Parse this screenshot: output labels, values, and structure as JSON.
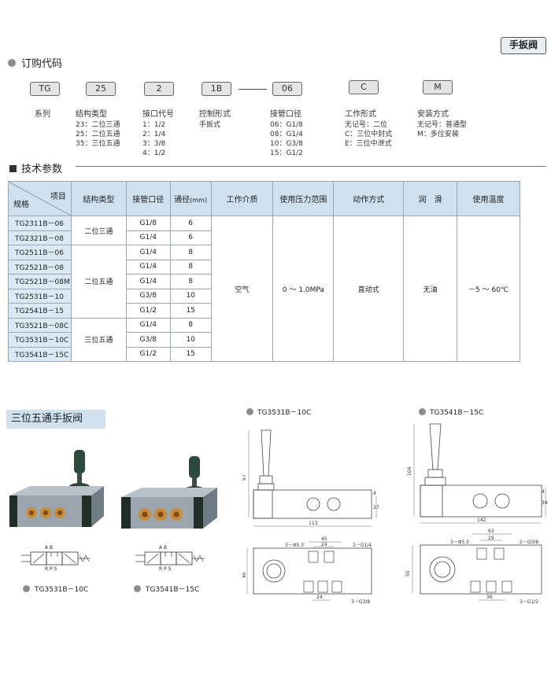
{
  "badge": "手扳阀",
  "order": {
    "title": "订购代码",
    "codes": [
      "TG",
      "25",
      "2",
      "1B",
      "06",
      "C",
      "M"
    ],
    "groups": {
      "series": {
        "title": "系列",
        "lines": []
      },
      "structure": {
        "title": "结构类型",
        "lines": [
          "23：二位三通",
          "25：二位五通",
          "35：三位五通"
        ]
      },
      "port": {
        "title": "接口代号",
        "lines": [
          "1：1/2",
          "2：1/4",
          "3：3/8",
          "4：1/2"
        ]
      },
      "control": {
        "title": "控制形式",
        "lines": [
          "手扳式"
        ]
      },
      "pipe": {
        "title": "接管口径",
        "lines": [
          "06：G1/8",
          "08：G1/4",
          "10：G3/8",
          "15：G1/2"
        ]
      },
      "work": {
        "title": "工作形式",
        "lines": [
          "无记号：二位",
          "C：三位中封式",
          "E：三位中泄式"
        ]
      },
      "mount": {
        "title": "安装方式",
        "lines": [
          "无记号：普通型",
          "M：多位安装"
        ]
      }
    }
  },
  "tech": {
    "title": "技术参数",
    "headers": {
      "item": "项目",
      "model": "规格",
      "structure": "结构类型",
      "port": "接管口径",
      "bore": "通径",
      "bore_unit": "(mm)",
      "medium": "工作介质",
      "pressure": "使用压力范围",
      "action": "动作方式",
      "lube": "润　滑",
      "temp": "使用温度"
    },
    "rows": [
      {
        "model": "TG2311B－06",
        "port": "G1/8",
        "bore": "6"
      },
      {
        "model": "TG2321B－08",
        "port": "G1/4",
        "bore": "6"
      },
      {
        "model": "TG2511B－06",
        "port": "G1/4",
        "bore": "8"
      },
      {
        "model": "TG2521B－08",
        "port": "G1/4",
        "bore": "8"
      },
      {
        "model": "TG2521B－08M",
        "port": "G1/4",
        "bore": "8"
      },
      {
        "model": "TG2531B－10",
        "port": "G3/8",
        "bore": "10"
      },
      {
        "model": "TG2541B－15",
        "port": "G1/2",
        "bore": "15"
      },
      {
        "model": "TG3521B－08C",
        "port": "G1/4",
        "bore": "8"
      },
      {
        "model": "TG3531B－10C",
        "port": "G3/8",
        "bore": "10"
      },
      {
        "model": "TG3541B－15C",
        "port": "G1/2",
        "bore": "15"
      }
    ],
    "structures": [
      "二位三通",
      "二位五通",
      "三位五通"
    ],
    "medium": "空气",
    "pressure": "0 ～ 1.0MPa",
    "action": "直动式",
    "lube": "无油",
    "temp": "－5 ～ 60℃"
  },
  "product": {
    "title": "三位五通手扳阀",
    "photo_captions": [
      "TG3531B－10C",
      "TG3541B－15C"
    ],
    "symbol_labels": {
      "top": "A  B",
      "bottom": "R P S"
    },
    "drawings": {
      "left": {
        "caption": "TG3531B－10C",
        "dims": {
          "height": "97",
          "length": "113",
          "side_a": "27",
          "side_b": "4",
          "top_a": "45",
          "top_b": "24",
          "bottom": "24",
          "width": "40",
          "hole": "3－Φ5.3",
          "port_a": "2－G1/4",
          "port_b": "3－G3/8"
        }
      },
      "right": {
        "caption": "TG3541B－15C",
        "dims": {
          "height": "104",
          "length": "142",
          "side_a": "34",
          "side_b": "4",
          "top_a": "63",
          "top_b": "29",
          "bottom": "36",
          "width": "50",
          "hole": "3－Φ5.5",
          "port_a": "2－G3/8",
          "port_b": "3－G1/2"
        }
      }
    }
  }
}
